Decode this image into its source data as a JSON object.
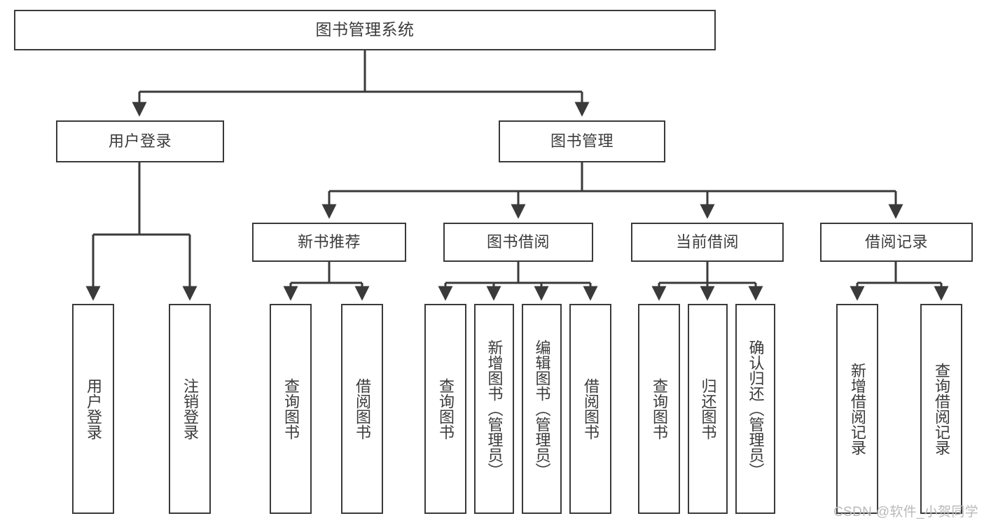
{
  "diagram": {
    "type": "tree-hierarchy-chart",
    "title_node": {
      "label": "图书管理系统"
    },
    "level2": [
      {
        "id": "user-login",
        "label": "用户登录"
      },
      {
        "id": "book-management",
        "label": "图书管理"
      }
    ],
    "level3": [
      {
        "id": "new-book-recommend",
        "label": "新书推荐",
        "parent": "book-management"
      },
      {
        "id": "book-borrow",
        "label": "图书借阅",
        "parent": "book-management"
      },
      {
        "id": "current-borrow",
        "label": "当前借阅",
        "parent": "book-management"
      },
      {
        "id": "borrow-record",
        "label": "借阅记录",
        "parent": "book-management"
      }
    ],
    "leaves": [
      {
        "id": "leaf-user-login",
        "label": "用户登录",
        "parent": "user-login"
      },
      {
        "id": "leaf-logout-login",
        "label": "注销登录",
        "parent": "user-login"
      },
      {
        "id": "leaf-query-book-1",
        "label": "查询图书",
        "parent": "new-book-recommend"
      },
      {
        "id": "leaf-borrow-book-1",
        "label": "借阅图书",
        "parent": "new-book-recommend"
      },
      {
        "id": "leaf-query-book-2",
        "label": "查询图书",
        "parent": "book-borrow"
      },
      {
        "id": "leaf-add-book-admin",
        "label": "新增图书（管理员）",
        "parent": "book-borrow"
      },
      {
        "id": "leaf-edit-book-admin",
        "label": "编辑图书（管理员）",
        "parent": "book-borrow"
      },
      {
        "id": "leaf-borrow-book-2",
        "label": "借阅图书",
        "parent": "book-borrow"
      },
      {
        "id": "leaf-query-book-3",
        "label": "查询图书",
        "parent": "current-borrow"
      },
      {
        "id": "leaf-return-book",
        "label": "归还图书",
        "parent": "current-borrow"
      },
      {
        "id": "leaf-confirm-return-admin",
        "label": "确认归还（管理员）",
        "parent": "current-borrow"
      },
      {
        "id": "leaf-add-borrow-record",
        "label": "新增借阅记录",
        "parent": "borrow-record"
      },
      {
        "id": "leaf-query-borrow-record",
        "label": "查询借阅记录",
        "parent": "borrow-record"
      }
    ],
    "watermark": "CSDN @软件_小贺同学",
    "colors": {
      "background": "#ffffff",
      "node_border": "#3a3a3a",
      "node_fill": "#ffffff",
      "text": "#3b3b3b",
      "edge": "#3a3a3a",
      "watermark": "#b9b9b9"
    }
  }
}
